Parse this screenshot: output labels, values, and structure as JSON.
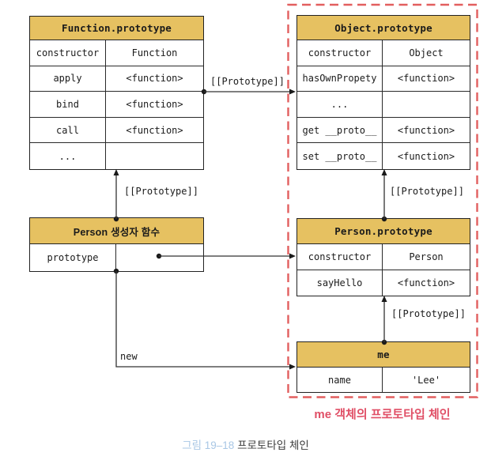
{
  "diagram": {
    "colors": {
      "header_gold": "#e6c161",
      "dashed_border_red": "#e25f5f",
      "chain_label_red": "#e04f66",
      "caption_figure_blue": "#a9c7e5",
      "table_border": "#222222",
      "arrow": "#333333"
    },
    "tables": {
      "function_prototype": {
        "title": "Function.prototype",
        "rows": [
          {
            "key": "constructor",
            "value": "Function"
          },
          {
            "key": "apply",
            "value": "<function>"
          },
          {
            "key": "bind",
            "value": "<function>"
          },
          {
            "key": "call",
            "value": "<function>"
          },
          {
            "key": "...",
            "value": ""
          }
        ]
      },
      "object_prototype": {
        "title": "Object.prototype",
        "rows": [
          {
            "key": "constructor",
            "value": "Object"
          },
          {
            "key": "hasOwnPropety",
            "value": "<function>"
          },
          {
            "key": "...",
            "value": ""
          },
          {
            "key": "get __proto__",
            "value": "<function>"
          },
          {
            "key": "set __proto__",
            "value": "<function>"
          }
        ]
      },
      "person_constructor": {
        "title": "Person 생성자 함수",
        "rows": [
          {
            "key": "prototype",
            "value": ""
          }
        ]
      },
      "person_prototype": {
        "title": "Person.prototype",
        "rows": [
          {
            "key": "constructor",
            "value": "Person"
          },
          {
            "key": "sayHello",
            "value": "<function>"
          }
        ]
      },
      "me": {
        "title": "me",
        "rows": [
          {
            "key": "name",
            "value": "'Lee'"
          }
        ]
      }
    },
    "arrows": {
      "prototype_top_label": "[[Prototype]]",
      "prototype_left_label": "[[Prototype]]",
      "prototype_right_top_label": "[[Prototype]]",
      "prototype_right_bottom_label": "[[Prototype]]",
      "new_label": "new"
    },
    "chain_label": "me 객체의 프로토타입 체인",
    "caption": {
      "figure": "그림 19–18",
      "title": "프로토타입 체인"
    }
  }
}
